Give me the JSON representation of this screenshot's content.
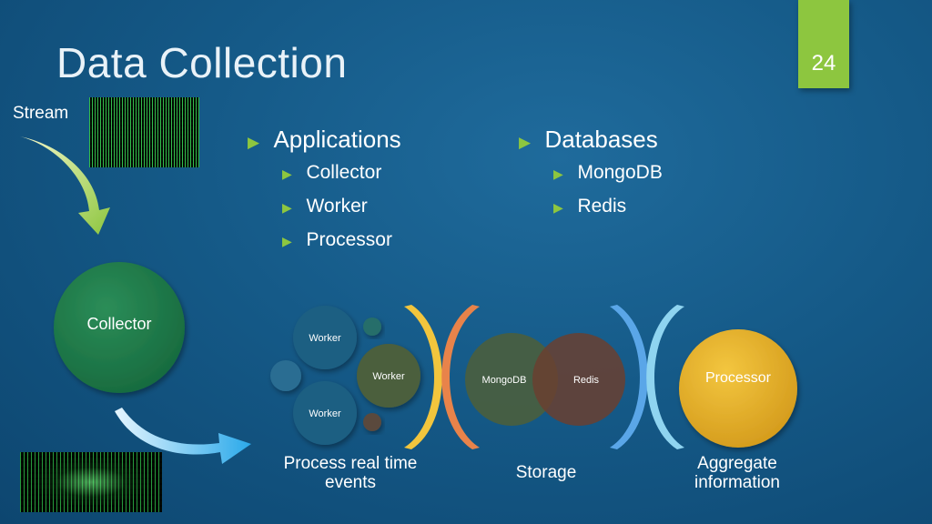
{
  "slide": {
    "title": "Data Collection",
    "page_number": "24",
    "stream_label": "Stream"
  },
  "bullets": {
    "applications": {
      "label": "Applications",
      "items": [
        "Collector",
        "Worker",
        "Processor"
      ]
    },
    "databases": {
      "label": "Databases",
      "items": [
        "MongoDB",
        "Redis"
      ]
    }
  },
  "diagram": {
    "collector": "Collector",
    "workers": [
      "Worker",
      "Worker",
      "Worker"
    ],
    "storage": [
      "MongoDB",
      "Redis"
    ],
    "processor": "Processor",
    "captions": {
      "process": "Process real time events",
      "storage": "Storage",
      "aggregate": "Aggregate information"
    }
  },
  "colors": {
    "accent_green": "#8dc63f",
    "collector_fill": "#1e7a4a",
    "worker_fill": "#1c5f82",
    "worker_right_fill": "#4b5f3c",
    "mongodb_fill": "#4a5e3f",
    "redis_fill": "#6a3f30",
    "processor_fill": "#e0b02a",
    "bracket_yellow": "#f2c53d",
    "bracket_orange": "#e8834a",
    "bracket_blue": "#5aa6e8",
    "bracket_cyan": "#8fd4f0"
  }
}
